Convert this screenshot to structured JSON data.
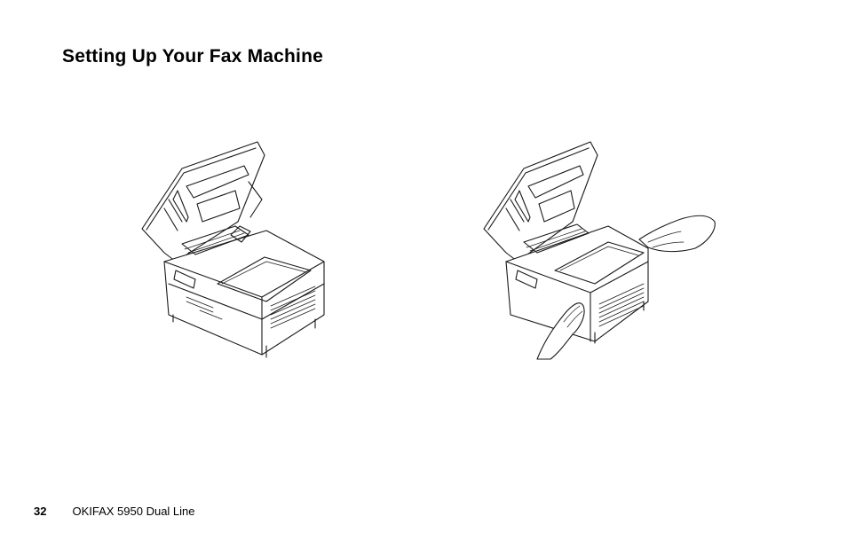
{
  "page": {
    "title": "Setting Up Your Fax Machine"
  },
  "figures": [
    {
      "name": "fax-machine-cover-open"
    },
    {
      "name": "fax-machine-cover-open-hands"
    }
  ],
  "footer": {
    "page_number": "32",
    "product": "OKIFAX 5950 Dual Line"
  }
}
